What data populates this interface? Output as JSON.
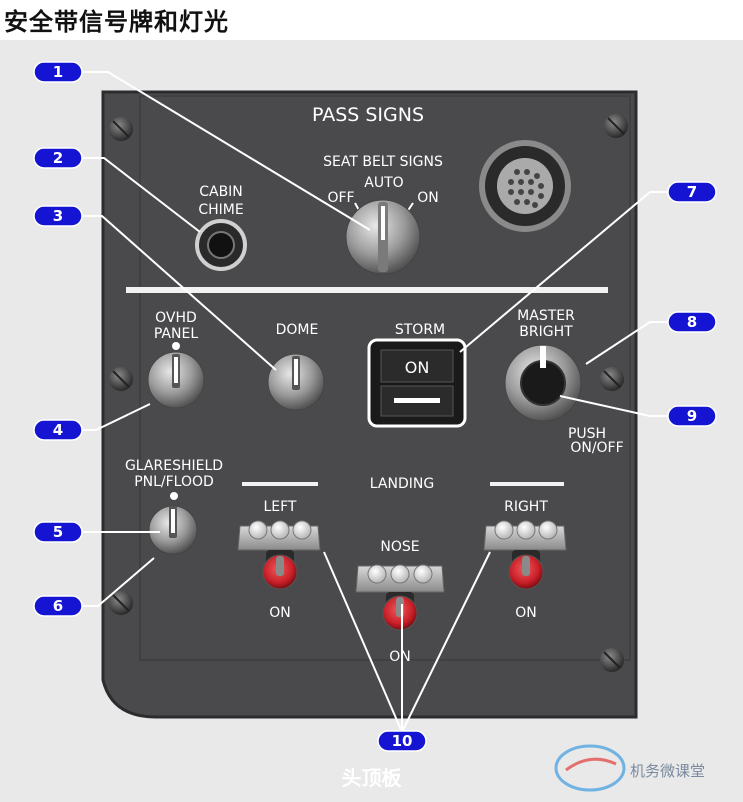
{
  "page": {
    "title": "安全带信号牌和灯光",
    "caption": "头顶板",
    "watermark": "机务微课堂"
  },
  "panel": {
    "heading": "PASS SIGNS",
    "seat_belt": {
      "label": "SEAT BELT SIGNS",
      "pos_auto": "AUTO",
      "pos_off": "OFF",
      "pos_on": "ON"
    },
    "cabin_chime": {
      "line1": "CABIN",
      "line2": "CHIME"
    },
    "ovhd_panel": {
      "line1": "OVHD",
      "line2": "PANEL"
    },
    "dome": "DOME",
    "storm": {
      "label": "STORM",
      "on": "ON"
    },
    "master_bright": {
      "line1": "MASTER",
      "line2": "BRIGHT"
    },
    "push": {
      "line1": "PUSH",
      "line2": "ON/OFF"
    },
    "glareshield": {
      "line1": "GLARESHIELD",
      "line2": "PNL/FLOOD"
    },
    "landing": {
      "label": "LANDING",
      "left": "LEFT",
      "nose": "NOSE",
      "right": "RIGHT",
      "left_on": "ON",
      "nose_on": "ON",
      "right_on": "ON"
    }
  },
  "callouts": [
    "1",
    "2",
    "3",
    "4",
    "5",
    "6",
    "7",
    "8",
    "9",
    "10"
  ],
  "colors": {
    "panel": "#4a4a4c",
    "badge": "#1414d2",
    "switch_red": "#c81e28"
  }
}
